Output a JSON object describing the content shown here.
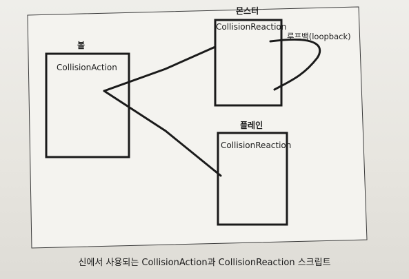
{
  "objects": {
    "ball": {
      "title": "볼",
      "script": "CollisionAction"
    },
    "monster": {
      "title": "몬스터",
      "script": "CollisionReaction"
    },
    "plane": {
      "title": "플레인",
      "script": "CollisionReaction"
    }
  },
  "loopback_label": "루프백(loopback)",
  "caption": "신에서 사용되는 CollisionAction과 CollisionReaction 스크립트"
}
